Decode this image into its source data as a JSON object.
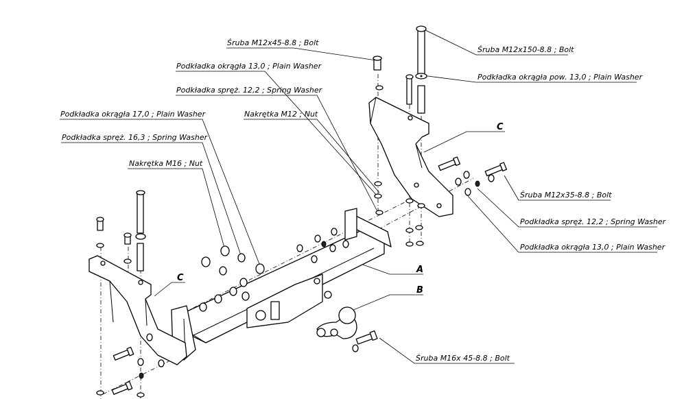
{
  "labels": {
    "bolt_m12x45": "Śruba M12x45-8.8 ;  Bolt",
    "plain_washer_13_top": "Podkładka okrągła 13,0 ;  Plain Washer",
    "spring_washer_12_2_top": "Podkładka spręż. 12,2 ; Spring Washer",
    "plain_washer_17": "Podkładka okrągła 17,0 ;  Plain Washer",
    "nut_m12": "Nakrętka  M12 ; Nut",
    "spring_washer_16_3": "Podkładka spręż. 16,3 ; Spring Washer",
    "nut_m16": "Nakrętka  M16 ; Nut",
    "bolt_m12x150": "Śruba M12x150-8.8 ;  Bolt",
    "plain_washer_pow_13": "Podkładka okrągła pow. 13,0 ;  Plain Washer",
    "bolt_m12x35": "Śruba M12x35-8.8 ;  Bolt",
    "spring_washer_12_2_right": "Podkładka spręż. 12,2 ; Spring Washer",
    "plain_washer_13_right": "Podkładka okrągła 13,0 ;  Plain Washer",
    "bolt_m16x45": "Śruba M16x 45-8.8 ;  Bolt"
  },
  "part_letters": {
    "a": "A",
    "b": "B",
    "c_right": "C",
    "c_left": "C"
  }
}
